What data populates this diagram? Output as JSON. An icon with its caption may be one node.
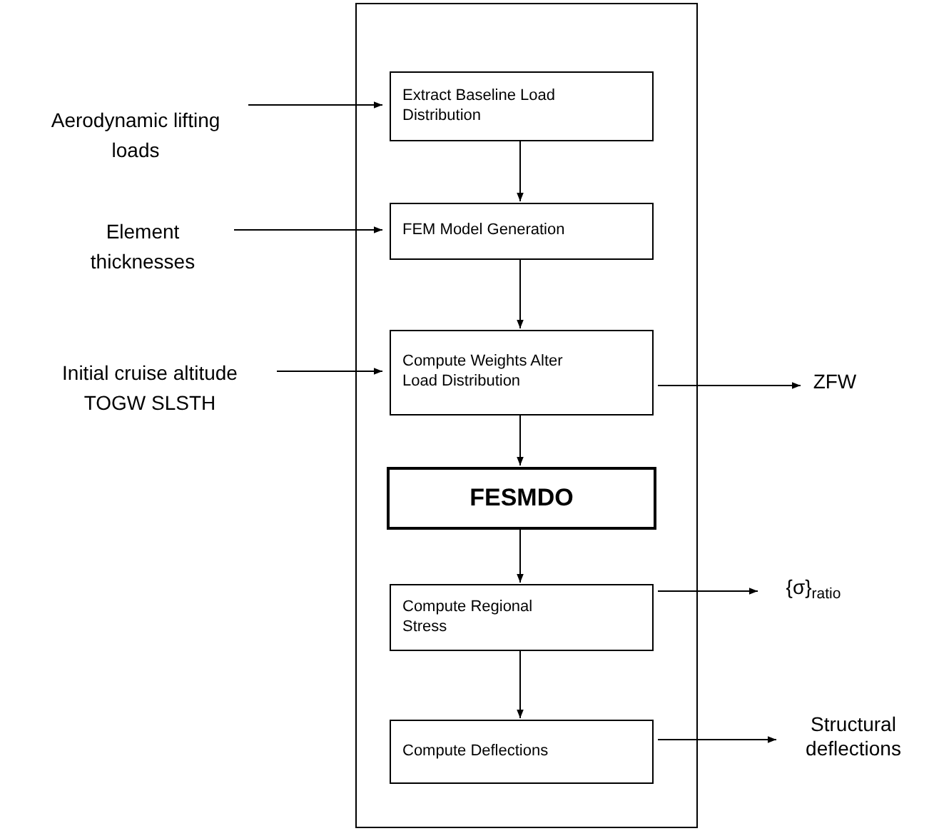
{
  "diagram": {
    "nodes": [
      {
        "text": [],
        "shape": "box"
      },
      {
        "text": [
          "Aerodynamic lifting loads"
        ]
      },
      {
        "text": [
          "Extract Baseline Load Distribution"
        ],
        "in": 0
      },
      {
        "text": [
          "Element thicknesses"
        ]
      },
      {
        "text": [
          "FEM Model Generation"
        ],
        "in": 0
      },
      {
        "text": [
          "Initial cruise altitude TOGW SLSTH"
        ]
      },
      {
        "text": [
          "Compute Weights Alter Load Distribution"
        ],
        "in": 0
      },
      {
        "text": [
          "ZFW"
        ]
      },
      {
        "text": [
          "FESMDO"
        ],
        "in": 0
      },
      {
        "text": [
          "Compute Regional Stress"
        ],
        "in": 0
      },
      {
        "text": [
          "{σ}$_{ratio}$"
        ]
      },
      {
        "text": [
          "Compute Deflections"
        ],
        "in": 0
      },
      {
        "text": [
          "Structural deflections"
        ]
      }
    ],
    "edges": [
      {
        "from": 1,
        "to": 2,
        "arrow": "to"
      },
      {
        "from": 2,
        "to": 4,
        "arrow": "to"
      },
      {
        "from": 3,
        "to": 4,
        "arrow": "to"
      },
      {
        "from": 4,
        "to": 6,
        "arrow": "to"
      },
      {
        "from": 5,
        "to": 6,
        "arrow": "to"
      },
      {
        "from": 6,
        "to": 7,
        "arrow": "to"
      },
      {
        "from": 6,
        "to": 8,
        "arrow": "to"
      },
      {
        "from": 8,
        "to": 9,
        "arrow": "to"
      },
      {
        "from": 9,
        "to": 10,
        "arrow": "to"
      },
      {
        "from": 9,
        "to": 11,
        "arrow": "to"
      },
      {
        "from": 11,
        "to": 12,
        "arrow": "to"
      }
    ]
  }
}
